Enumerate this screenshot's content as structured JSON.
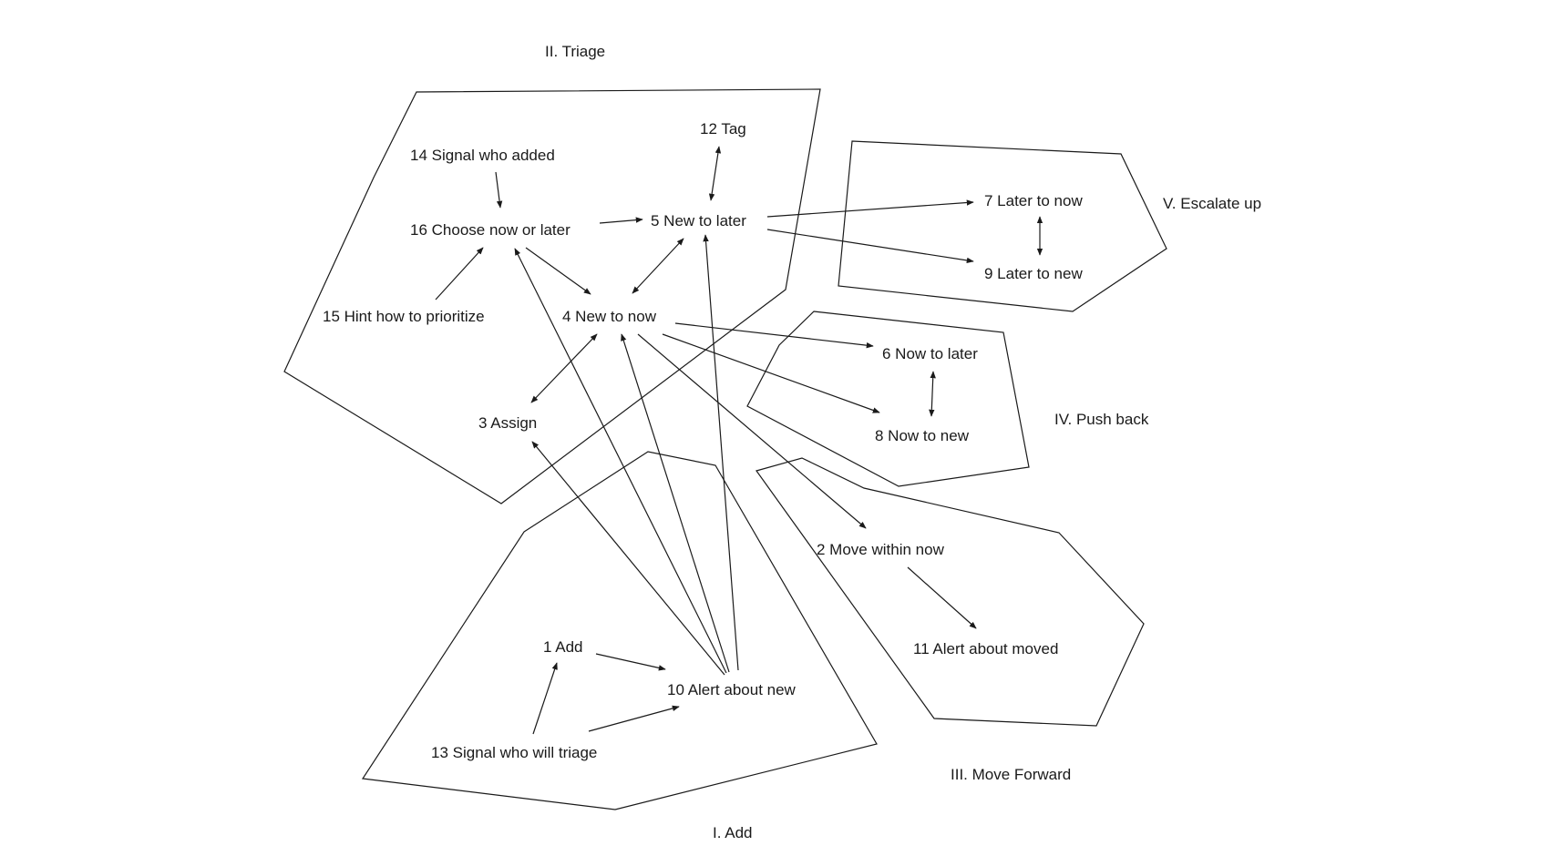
{
  "regions": [
    {
      "id": "triage",
      "label": "II. Triage"
    },
    {
      "id": "add",
      "label": "I. Add"
    },
    {
      "id": "move-forward",
      "label": "III. Move Forward"
    },
    {
      "id": "push-back",
      "label": "IV. Push back"
    },
    {
      "id": "escalate-up",
      "label": "V. Escalate up"
    }
  ],
  "nodes": [
    {
      "id": "n1",
      "label": "1 Add"
    },
    {
      "id": "n2",
      "label": "2 Move within now"
    },
    {
      "id": "n3",
      "label": "3 Assign"
    },
    {
      "id": "n4",
      "label": "4 New to now"
    },
    {
      "id": "n5",
      "label": "5 New to later"
    },
    {
      "id": "n6",
      "label": "6 Now to later"
    },
    {
      "id": "n7",
      "label": "7 Later to now"
    },
    {
      "id": "n8",
      "label": "8 Now to new"
    },
    {
      "id": "n9",
      "label": "9 Later to new"
    },
    {
      "id": "n10",
      "label": "10 Alert about new"
    },
    {
      "id": "n11",
      "label": "11 Alert about moved"
    },
    {
      "id": "n12",
      "label": "12 Tag"
    },
    {
      "id": "n13",
      "label": "13 Signal who will triage"
    },
    {
      "id": "n14",
      "label": "14 Signal who added"
    },
    {
      "id": "n15",
      "label": "15 Hint how to prioritize"
    },
    {
      "id": "n16",
      "label": "16 Choose now or later"
    }
  ],
  "edges": [
    {
      "from": "n14",
      "to": "n16",
      "direction": "forward"
    },
    {
      "from": "n16",
      "to": "n5",
      "direction": "forward"
    },
    {
      "from": "n15",
      "to": "n16",
      "direction": "forward"
    },
    {
      "from": "n16",
      "to": "n4",
      "direction": "forward"
    },
    {
      "from": "n4",
      "to": "n5",
      "direction": "both"
    },
    {
      "from": "n5",
      "to": "n12",
      "direction": "both"
    },
    {
      "from": "n5",
      "to": "n7",
      "direction": "forward"
    },
    {
      "from": "n5",
      "to": "n9",
      "direction": "forward"
    },
    {
      "from": "n7",
      "to": "n9",
      "direction": "both"
    },
    {
      "from": "n4",
      "to": "n3",
      "direction": "both"
    },
    {
      "from": "n4",
      "to": "n6",
      "direction": "forward"
    },
    {
      "from": "n4",
      "to": "n8",
      "direction": "forward"
    },
    {
      "from": "n6",
      "to": "n8",
      "direction": "both"
    },
    {
      "from": "n4",
      "to": "n2",
      "direction": "forward"
    },
    {
      "from": "n2",
      "to": "n11",
      "direction": "forward"
    },
    {
      "from": "n1",
      "to": "n10",
      "direction": "forward"
    },
    {
      "from": "n13",
      "to": "n1",
      "direction": "forward"
    },
    {
      "from": "n13",
      "to": "n10",
      "direction": "forward"
    },
    {
      "from": "n10",
      "to": "n3",
      "direction": "forward"
    },
    {
      "from": "n10",
      "to": "n16",
      "direction": "forward"
    },
    {
      "from": "n10",
      "to": "n4",
      "direction": "forward"
    },
    {
      "from": "n10",
      "to": "n5",
      "direction": "forward"
    }
  ]
}
